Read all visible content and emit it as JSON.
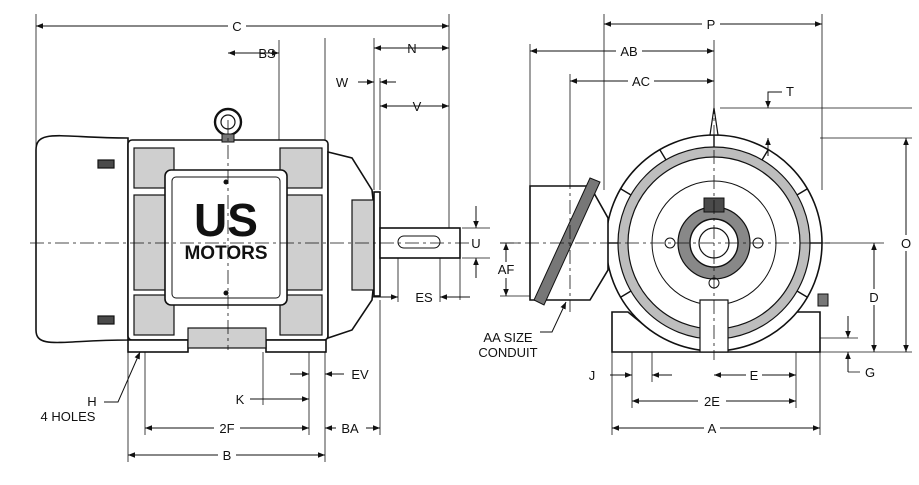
{
  "logo": {
    "us": "US",
    "motors": "MOTORS"
  },
  "side_view": {
    "C": "C",
    "BS": "BS",
    "N": "N",
    "W": "W",
    "V": "V",
    "U": "U",
    "AF": "AF",
    "ES": "ES",
    "EV": "EV",
    "K": "K",
    "2F": "2F",
    "BA": "BA",
    "B": "B",
    "H": "H",
    "holes": "4 HOLES"
  },
  "end_view": {
    "P": "P",
    "AB": "AB",
    "AC": "AC",
    "T": "T",
    "O": "O",
    "D": "D",
    "conduit_1": "AA SIZE",
    "conduit_2": "CONDUIT",
    "J": "J",
    "E": "E",
    "G": "G",
    "2E": "2E",
    "A": "A"
  }
}
